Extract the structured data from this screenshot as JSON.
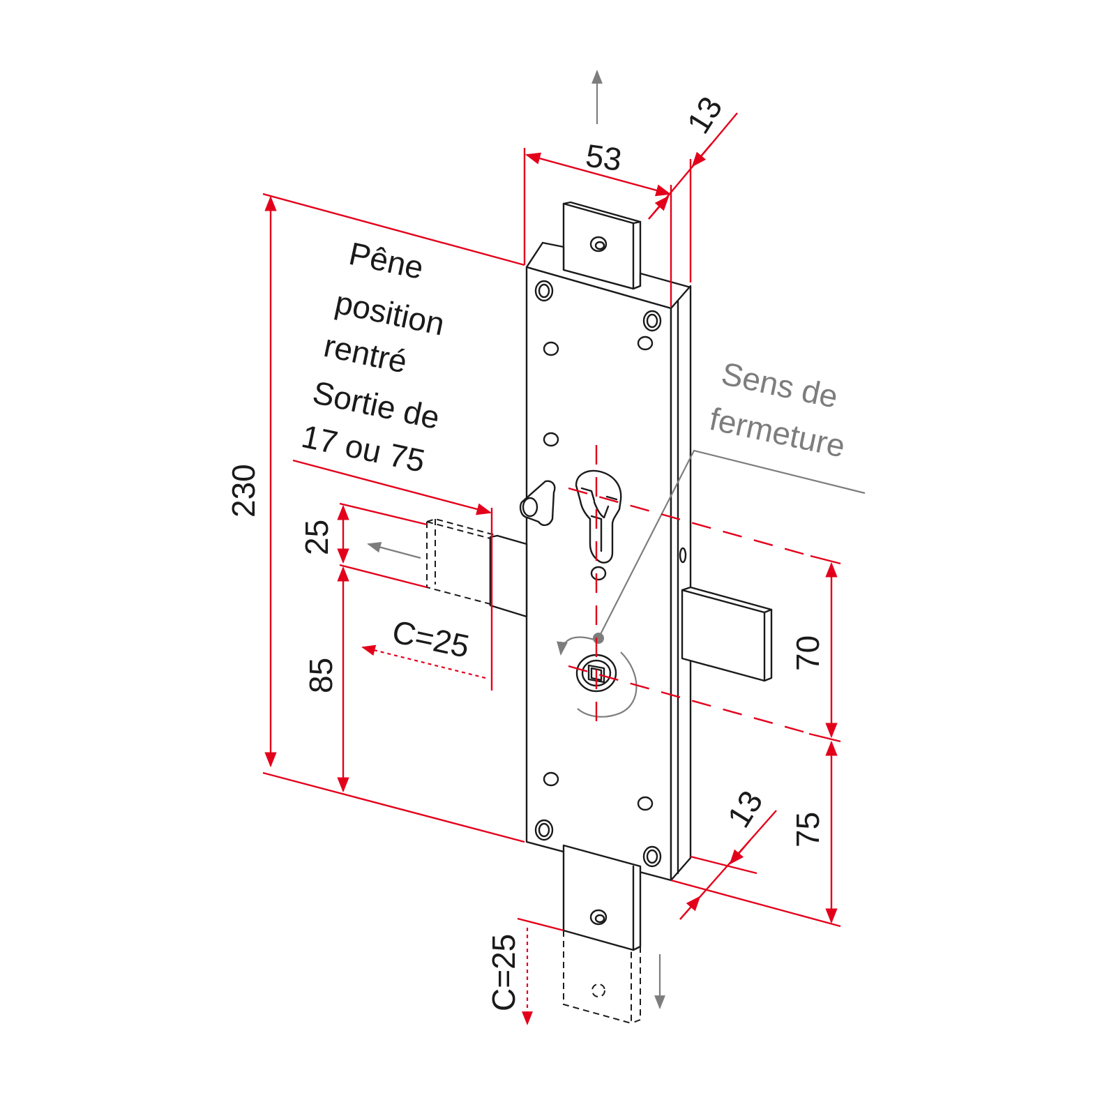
{
  "colors": {
    "dimension": "#e3001b",
    "outline": "#1a1a1a",
    "annotation": "#7d7d7d"
  },
  "dimensions": {
    "width_case": "53",
    "thickness_top": "13",
    "thickness_bottom": "13",
    "height_total": "230",
    "bolt_height": "25",
    "bolt_to_bottom": "85",
    "axis_spacing": "70",
    "axis_to_bottom": "75",
    "stroke_side": "C=25",
    "stroke_bottom": "C=25"
  },
  "labels": {
    "bolt_note": [
      "Pêne",
      "position",
      "rentré",
      "Sortie de",
      "17 ou 75"
    ],
    "closing_direction": [
      "Sens de",
      "fermeture"
    ]
  }
}
